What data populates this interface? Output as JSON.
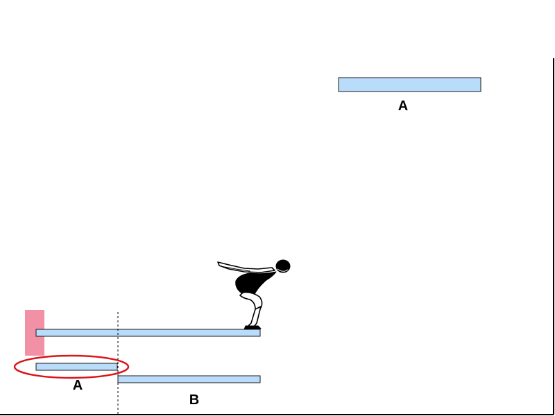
{
  "labels": {
    "top_bar": "A",
    "bottom_left": "A",
    "bottom_right": "B"
  },
  "colors": {
    "bar_fill": "#b9dcfb",
    "bar_stroke": "#1a1a1a",
    "wall": "#f291a6",
    "ellipse": "#d9151a",
    "frame": "#000000"
  },
  "icons": {
    "figure": "diver-silhouette-icon"
  }
}
